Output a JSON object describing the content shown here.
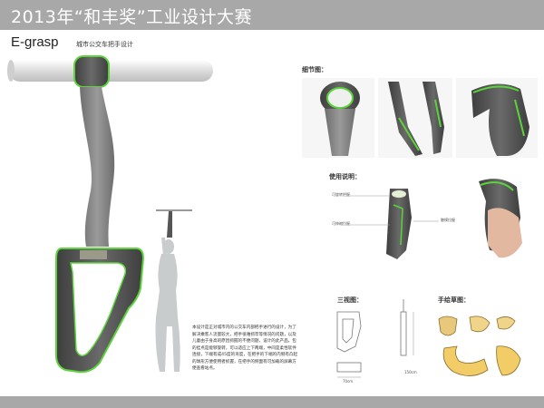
{
  "header": {
    "title": "2013年“和丰奖”工业设计大赛"
  },
  "brand": {
    "name": "E-grasp",
    "subtitle": "城市公交车把手设计"
  },
  "sections": {
    "detail": "细节图：",
    "usage": "使用说明：",
    "three_view": "三视图：",
    "sketch": "手绘草图："
  },
  "usage_notes": {
    "note1": "可旋转把握",
    "note2": "可伸缩拉握",
    "note3": "触摸拉握"
  },
  "description": "本设计是正对城市内的公交车内部把手进行的设计，为了解决乘客人流量较大，把手很难抓牢等情况的问题，以及儿童由于身高的原因抓握的不便问题，设计的此产品。包的挂点是能够旋转，可以适应上下两端，中间是柔性软件连接，下端有成45度的弯度，在把手的下端的内侧有凸起的球形方便使用者抓握，在把手的侧面有可加载的屏幕方便查看站点。",
  "dims": {
    "width_label": "70cm",
    "height_label": "150cm"
  },
  "colors": {
    "accent": "#5ad43a",
    "body": "#5a5a5a",
    "strap": "#8a8a8a",
    "header": "#a8a8a8"
  }
}
